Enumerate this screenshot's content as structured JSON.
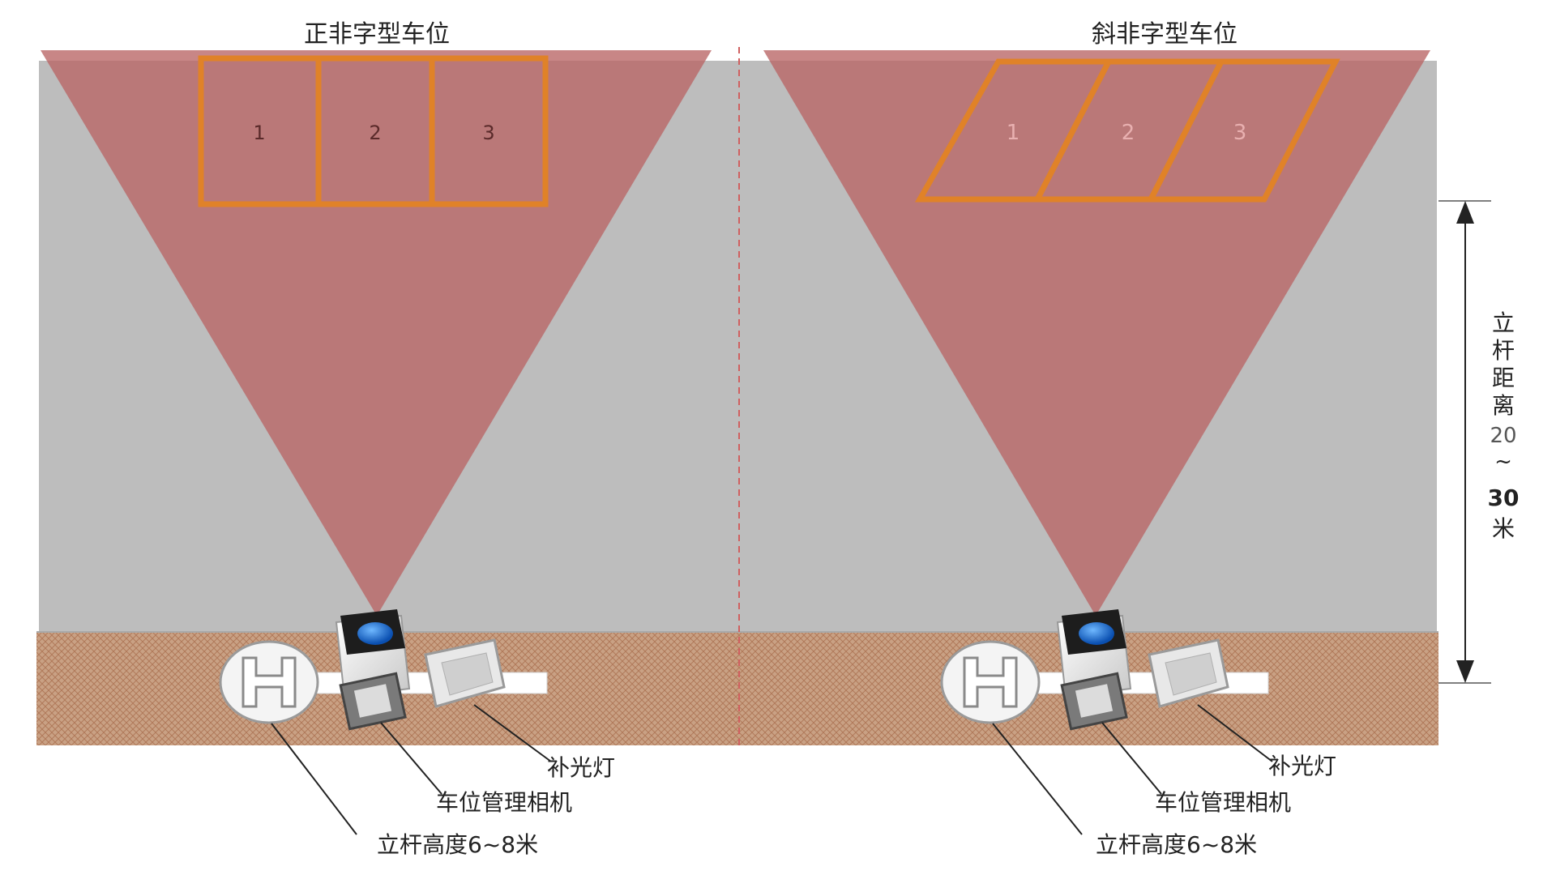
{
  "left_panel": {
    "title": "正非字型车位",
    "slots": [
      "1",
      "2",
      "3"
    ],
    "labels": {
      "light": "补光灯",
      "camera": "车位管理相机",
      "pole": "立杆高度6~8米"
    }
  },
  "right_panel": {
    "title": "斜非字型车位",
    "slots": [
      "1",
      "2",
      "3"
    ],
    "labels": {
      "light": "补光灯",
      "camera": "车位管理相机",
      "pole": "立杆高度6~8米"
    }
  },
  "distance_label": {
    "chars": [
      "立",
      "杆",
      "距",
      "离"
    ],
    "range_start": "20",
    "tilde": "~",
    "range_end": "30",
    "unit": "米"
  },
  "colors": {
    "lot": "#bdbdbd",
    "fov": "#c07070",
    "slot_border": "#e08228",
    "ground": "#c79a7a",
    "divider": "#d06060"
  },
  "icons": {
    "pole_base": "h-badge-icon",
    "camera": "camera-icon",
    "light": "floodlight-icon"
  }
}
